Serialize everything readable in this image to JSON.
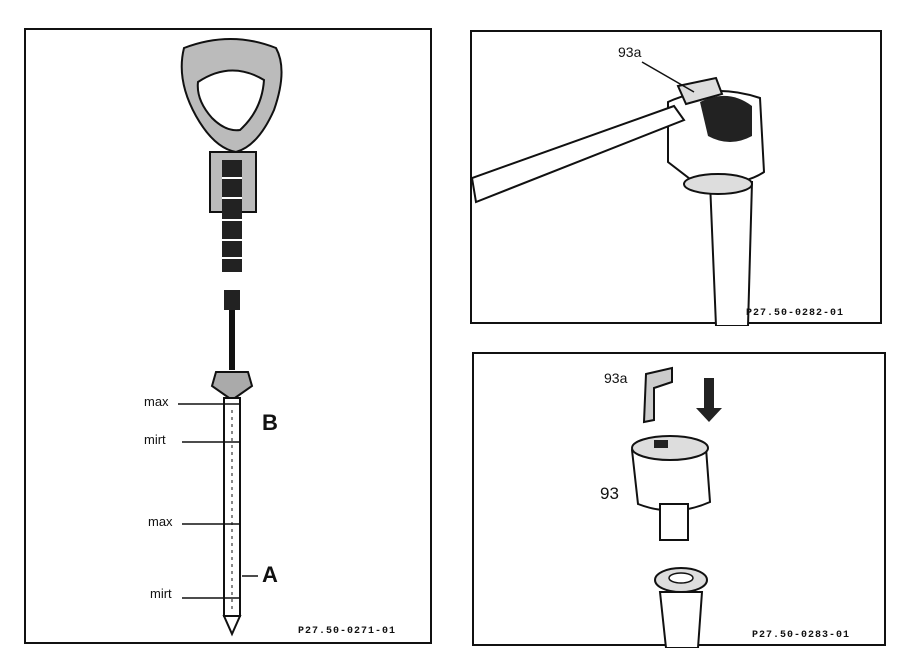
{
  "left_panel": {
    "labels": {
      "max_upper": "max",
      "min_upper": "mirt",
      "max_lower": "max",
      "min_lower": "mirt",
      "label_b": "B",
      "label_a": "A"
    },
    "figure_code": "P27.50-0271-01"
  },
  "top_right_panel": {
    "part_label": "93a",
    "figure_code": "P27.50-0282-01"
  },
  "bottom_right_panel": {
    "part_label_clip": "93a",
    "part_label_cap": "93",
    "figure_code": "P27.50-0283-01"
  }
}
